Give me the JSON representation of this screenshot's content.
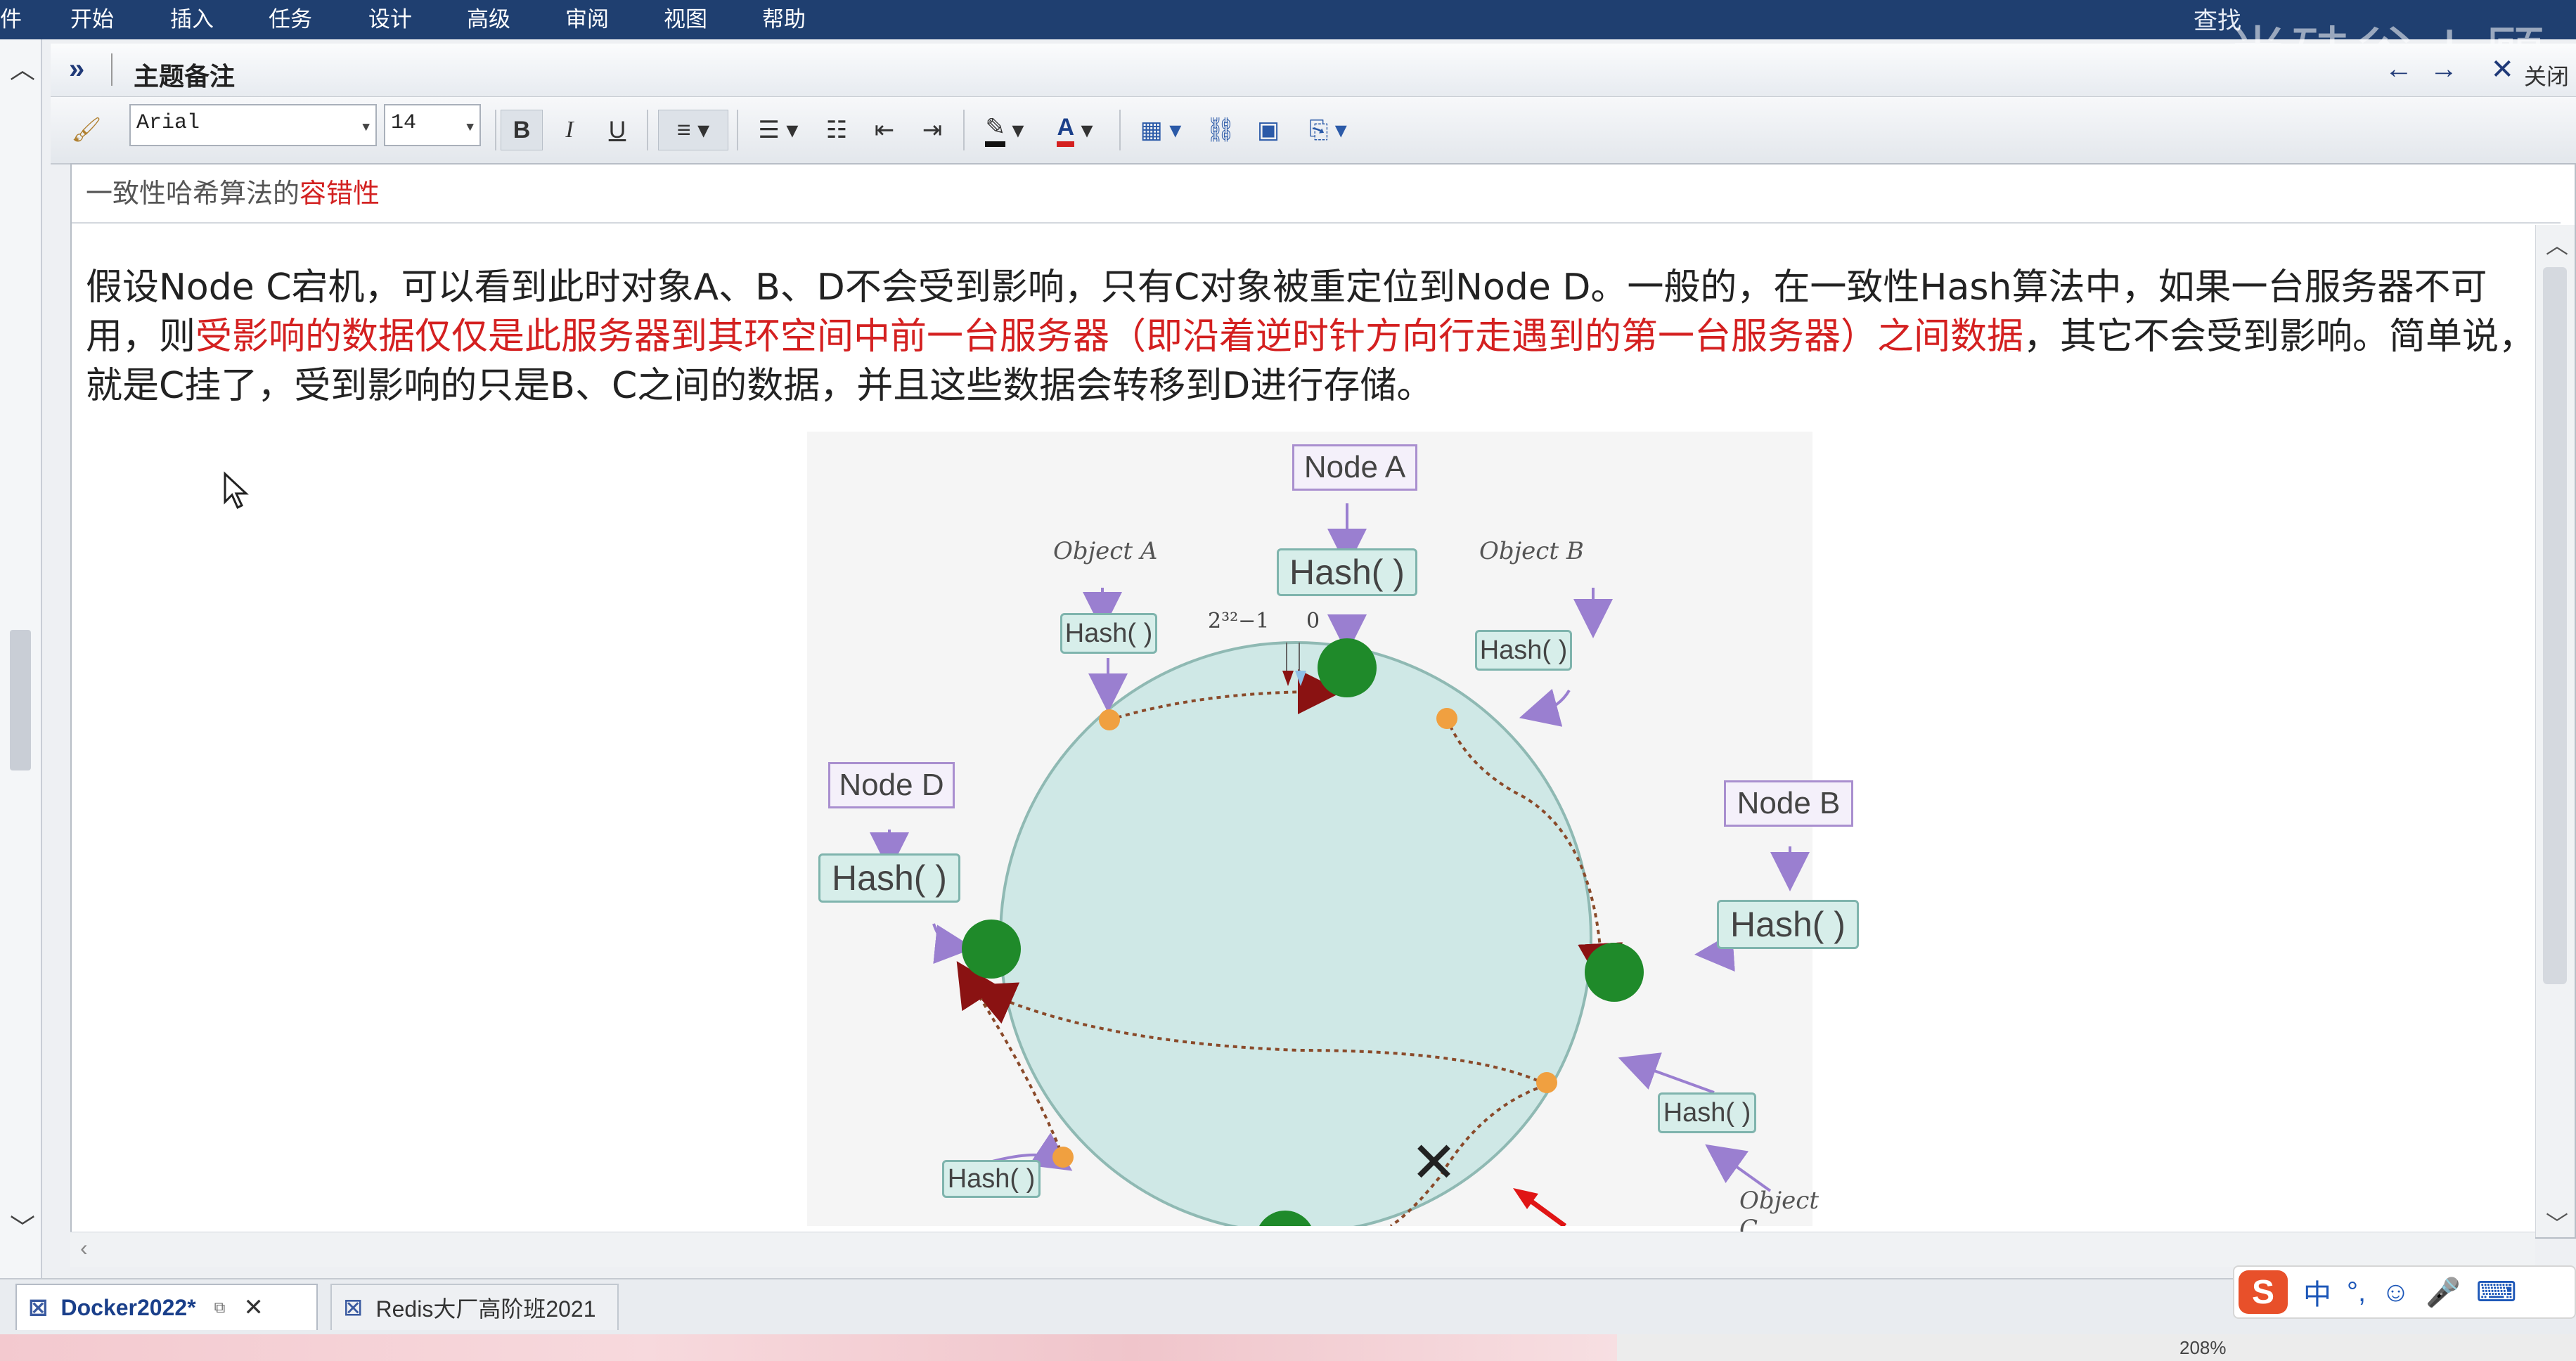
{
  "menu": {
    "cut_off_left": "件",
    "items": [
      "开始",
      "插入",
      "任务",
      "设计",
      "高级",
      "审阅",
      "视图",
      "帮助"
    ],
    "right_label": "查找",
    "watermark": "尚硅谷 | 顾"
  },
  "panel": {
    "title": "主题备注",
    "close_label": "关闭"
  },
  "toolbar": {
    "font_name": "Arial",
    "font_size": "14",
    "bold": "B",
    "italic": "I",
    "underline": "U",
    "font_color_glyph": "A"
  },
  "document": {
    "topic_prefix": "一致性哈希算法的",
    "topic_highlight": "容错性",
    "para_part1": "假设Node C宕机，可以看到此时对象A、B、D不会受到影响，只有C对象被重定位到Node D。一般的，在一致性Hash算法中，如果一台服务器不可用，则",
    "para_highlight": "受影响的数据仅仅是此服务器到其环空间中前一台服务器（即沿着逆时针方向行走遇到的第一台服务器）之间数据",
    "para_part2": "，其它不会受到影响。简单说，就是C挂了，受到影响的只是B、C之间的数据，并且这些数据会转移到D进行存储。"
  },
  "diagram": {
    "node_a": "Node A",
    "node_b": "Node B",
    "node_d": "Node D",
    "hash": "Hash( )",
    "object_a": "Object A",
    "object_b": "Object B",
    "object_c": "Object C",
    "ring_max": "2³²−1",
    "ring_zero": "0",
    "removed_mark": "✕"
  },
  "tabs": [
    {
      "label": "Docker2022*",
      "active": true
    },
    {
      "label": "Redis大厂高阶班2021",
      "active": false
    }
  ],
  "ime": {
    "logo": "S",
    "lang": "中"
  },
  "status": {
    "zoom": "208%"
  },
  "colors": {
    "menubar": "#1f3f70",
    "highlight_red": "#d42020",
    "ring_fill": "#cfe8e6",
    "node_green": "#1f8a2a",
    "object_orange": "#f0a040"
  }
}
